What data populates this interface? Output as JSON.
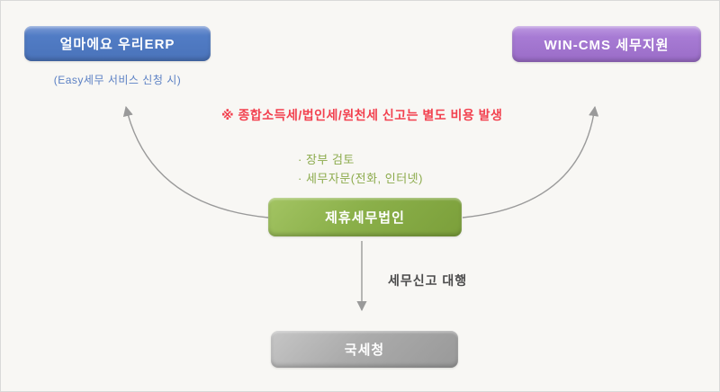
{
  "page": {
    "background_color": "#f8f7f4",
    "border_color": "#d9d9d9"
  },
  "nodes": {
    "erp": {
      "label": "얼마에요 우리ERP",
      "caption": "(Easy세무 서비스 신청 시)",
      "color": "#517cc5",
      "caption_color": "#5b80c4"
    },
    "wincms": {
      "label": "WIN-CMS 세무지원",
      "color": "#a77bd4"
    },
    "partner": {
      "label": "제휴세무법인",
      "color": "#8bb04a"
    },
    "nts": {
      "label": "국세청",
      "color": "#ababab"
    }
  },
  "notes": {
    "fee_note": "※ 종합소득세/법인세/원천세 신고는 별도 비용 발생",
    "fee_note_color": "#f2414f",
    "services": [
      "· 장부 검토",
      "· 세무자문(전화, 인터넷)"
    ],
    "services_color": "#8cab4c",
    "filing_label": "세무신고 대행",
    "filing_label_color": "#4b4b4b"
  },
  "arrows": {
    "color": "#9a9a9a",
    "partner_to_erp": "curved-up-left",
    "partner_to_wincms": "curved-up-right",
    "partner_to_nts": "straight-down"
  }
}
